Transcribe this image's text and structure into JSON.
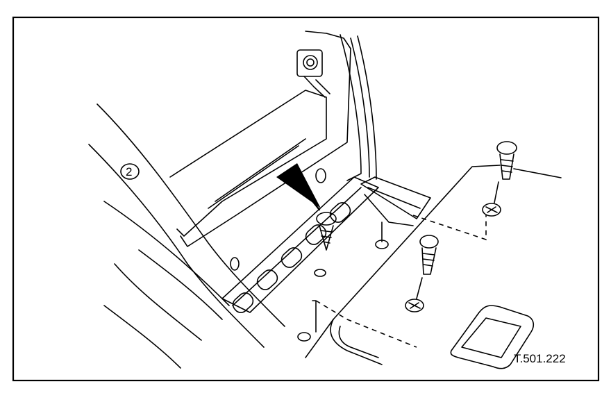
{
  "figure": {
    "reference_label": "T.501.222",
    "callouts": [
      {
        "id": "left-part-marker",
        "text": "2"
      }
    ]
  }
}
